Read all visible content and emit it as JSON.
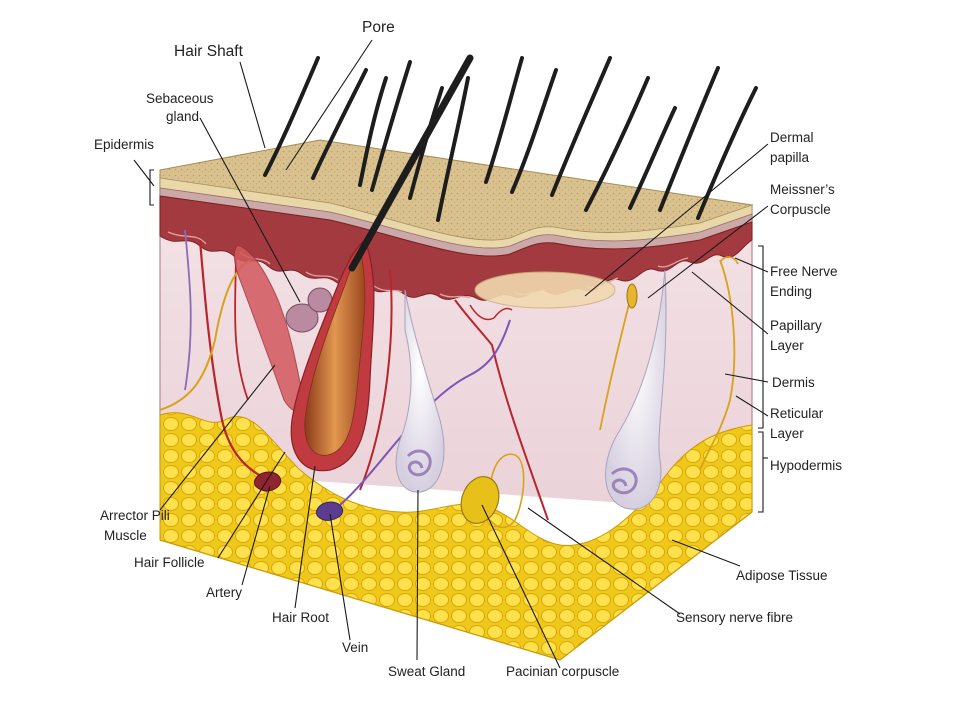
{
  "diagram": {
    "labels": {
      "pore": "Pore",
      "hair_shaft": "Hair Shaft",
      "sebaceous_gland": [
        "Sebaceous",
        "gland"
      ],
      "epidermis": "Epidermis",
      "dermal_papilla": [
        "Dermal",
        "papilla"
      ],
      "meissners_corpuscle": [
        "Meissner’s",
        "Corpuscle"
      ],
      "free_nerve_ending": [
        "Free Nerve",
        "Ending"
      ],
      "papillary_layer": [
        "Papillary",
        "Layer"
      ],
      "dermis": "Dermis",
      "reticular_layer": [
        "Reticular",
        "Layer"
      ],
      "hypodermis": "Hypodermis",
      "arrector_pili_muscle": [
        "Arrector Pili",
        "Muscle"
      ],
      "hair_follicle": "Hair Follicle",
      "artery": "Artery",
      "hair_root": "Hair Root",
      "vein": "Vein",
      "sweat_gland": "Sweat Gland",
      "pacinian_corpuscle": "Pacinian corpuscle",
      "sensory_nerve_fibre": "Sensory nerve fibre",
      "adipose_tissue": "Adipose Tissue"
    },
    "colors": {
      "epidermis_surface": "#d7c08e",
      "dermis": "#f1dde1",
      "hypodermis_fat": "#f2cf1e",
      "blood_vessel": "#b8252c",
      "nerve": "#d9a21c",
      "vein": "#7c55b8",
      "hair": "#1d1d1d",
      "follicle": "#c06a38"
    }
  }
}
